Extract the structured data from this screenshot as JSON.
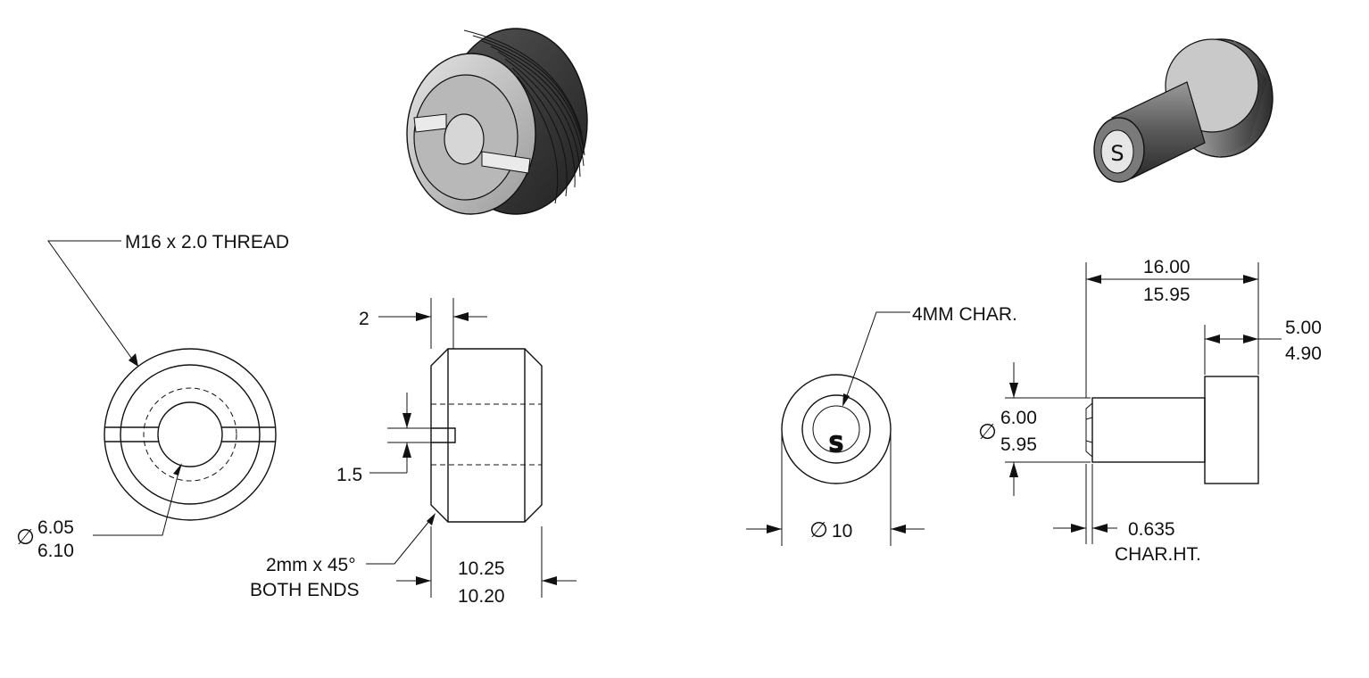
{
  "notes": {
    "thread": "M16 x 2.0 THREAD",
    "char": "4MM CHAR.",
    "chamfer_line1": "2mm x 45°",
    "chamfer_line2": "BOTH ENDS",
    "char_ht_label": "CHAR.HT."
  },
  "dims": {
    "slot_width": "2",
    "slot_depth": "1.5",
    "bore_upper": "6.05",
    "bore_lower": "6.10",
    "plug_len_upper": "10.25",
    "plug_len_lower": "10.20",
    "pin_total_upper": "16.00",
    "pin_total_lower": "15.95",
    "head_len_upper": "5.00",
    "head_len_lower": "4.90",
    "shank_dia_upper": "6.00",
    "shank_dia_lower": "5.95",
    "head_dia": "10",
    "char_height": "0.635"
  },
  "symbols": {
    "diameter": "∅",
    "character": "S"
  },
  "colors": {
    "line": "#111111",
    "shade_dark": "#3a3a3a",
    "shade_mid": "#8a8a8a",
    "shade_light": "#cfcfcf"
  }
}
